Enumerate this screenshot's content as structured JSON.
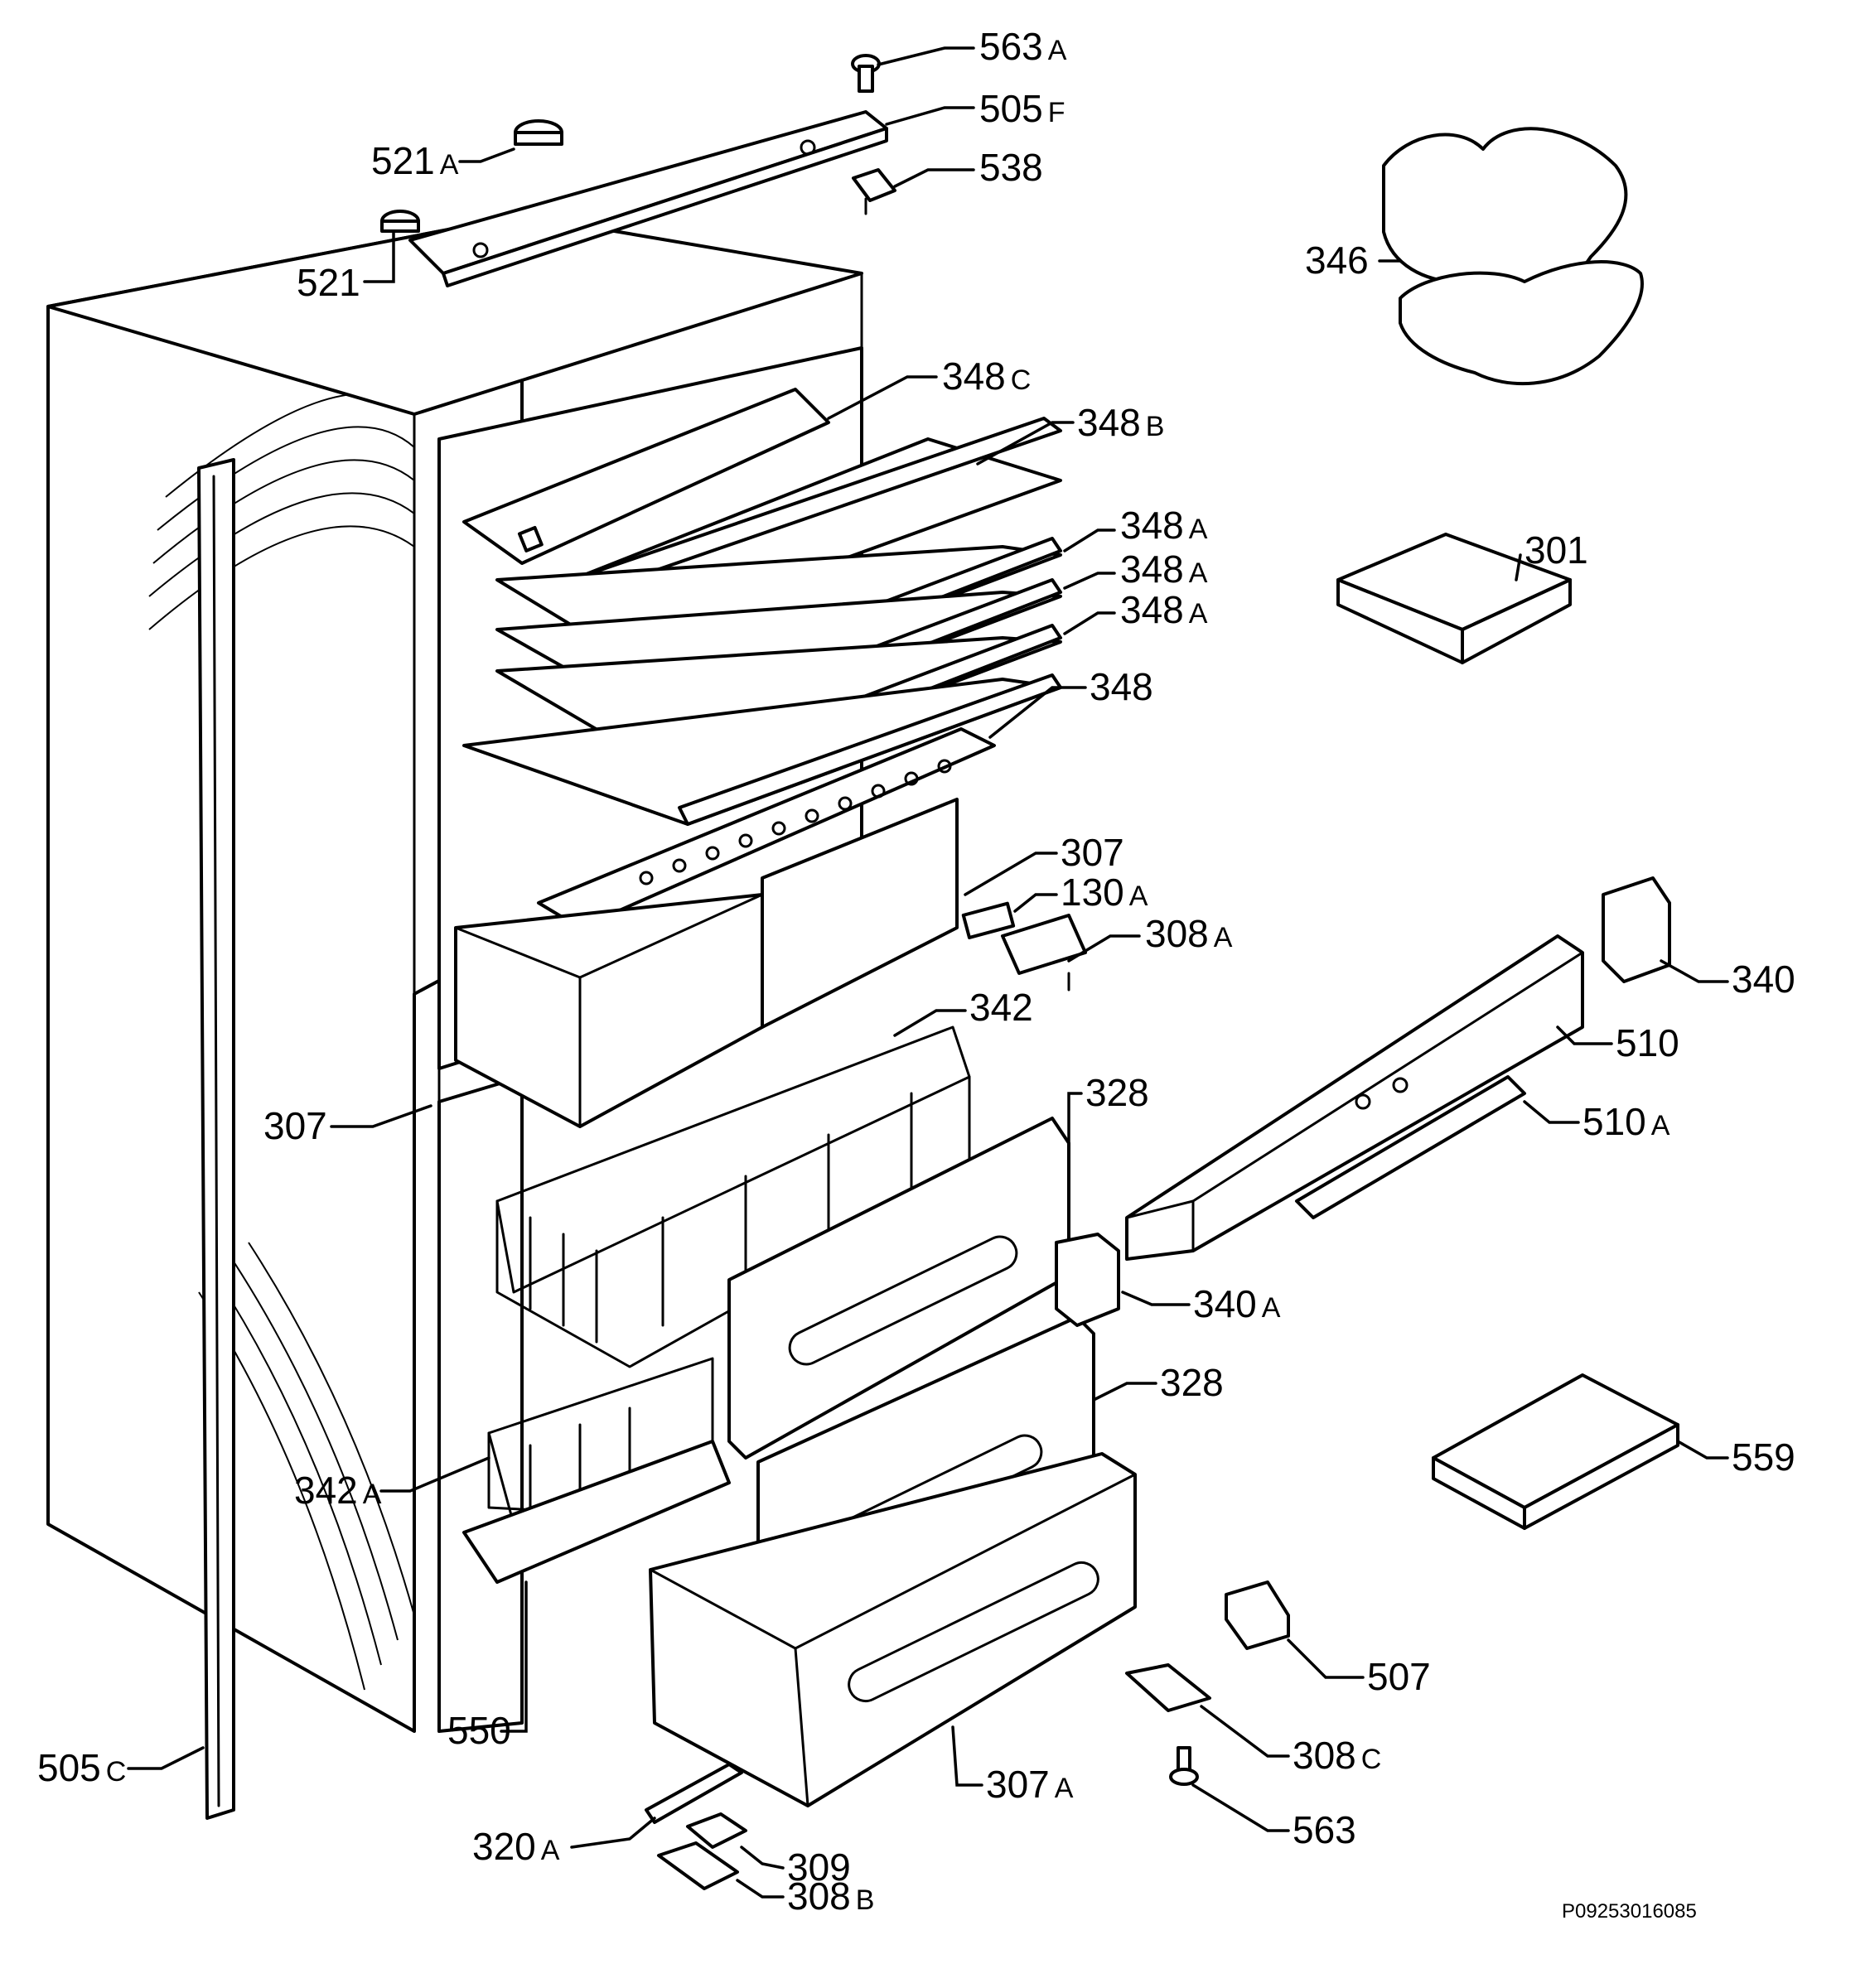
{
  "drawing_code": "P09253016085",
  "callouts": [
    {
      "id": "563A",
      "number": "563",
      "suffix": "A"
    },
    {
      "id": "505F",
      "number": "505",
      "suffix": "F"
    },
    {
      "id": "521A",
      "number": "521",
      "suffix": "A"
    },
    {
      "id": "538",
      "number": "538",
      "suffix": ""
    },
    {
      "id": "521",
      "number": "521",
      "suffix": ""
    },
    {
      "id": "346",
      "number": "346",
      "suffix": ""
    },
    {
      "id": "348C",
      "number": "348",
      "suffix": "C"
    },
    {
      "id": "348B",
      "number": "348",
      "suffix": "B"
    },
    {
      "id": "348A-1",
      "number": "348",
      "suffix": "A"
    },
    {
      "id": "348A-2",
      "number": "348",
      "suffix": "A"
    },
    {
      "id": "348A-3",
      "number": "348",
      "suffix": "A"
    },
    {
      "id": "301",
      "number": "301",
      "suffix": ""
    },
    {
      "id": "348",
      "number": "348",
      "suffix": ""
    },
    {
      "id": "307-top",
      "number": "307",
      "suffix": ""
    },
    {
      "id": "130A",
      "number": "130",
      "suffix": "A"
    },
    {
      "id": "308A",
      "number": "308",
      "suffix": "A"
    },
    {
      "id": "340",
      "number": "340",
      "suffix": ""
    },
    {
      "id": "342",
      "number": "342",
      "suffix": ""
    },
    {
      "id": "510",
      "number": "510",
      "suffix": ""
    },
    {
      "id": "307-left",
      "number": "307",
      "suffix": ""
    },
    {
      "id": "328-top",
      "number": "328",
      "suffix": ""
    },
    {
      "id": "510A",
      "number": "510",
      "suffix": "A"
    },
    {
      "id": "340A",
      "number": "340",
      "suffix": "A"
    },
    {
      "id": "328-mid",
      "number": "328",
      "suffix": ""
    },
    {
      "id": "559",
      "number": "559",
      "suffix": ""
    },
    {
      "id": "342A",
      "number": "342",
      "suffix": "A"
    },
    {
      "id": "507",
      "number": "507",
      "suffix": ""
    },
    {
      "id": "550",
      "number": "550",
      "suffix": ""
    },
    {
      "id": "505C",
      "number": "505",
      "suffix": "C"
    },
    {
      "id": "308C",
      "number": "308",
      "suffix": "C"
    },
    {
      "id": "307A",
      "number": "307",
      "suffix": "A"
    },
    {
      "id": "563",
      "number": "563",
      "suffix": ""
    },
    {
      "id": "320A",
      "number": "320",
      "suffix": "A"
    },
    {
      "id": "309",
      "number": "309",
      "suffix": ""
    },
    {
      "id": "308B",
      "number": "308",
      "suffix": "B"
    }
  ]
}
